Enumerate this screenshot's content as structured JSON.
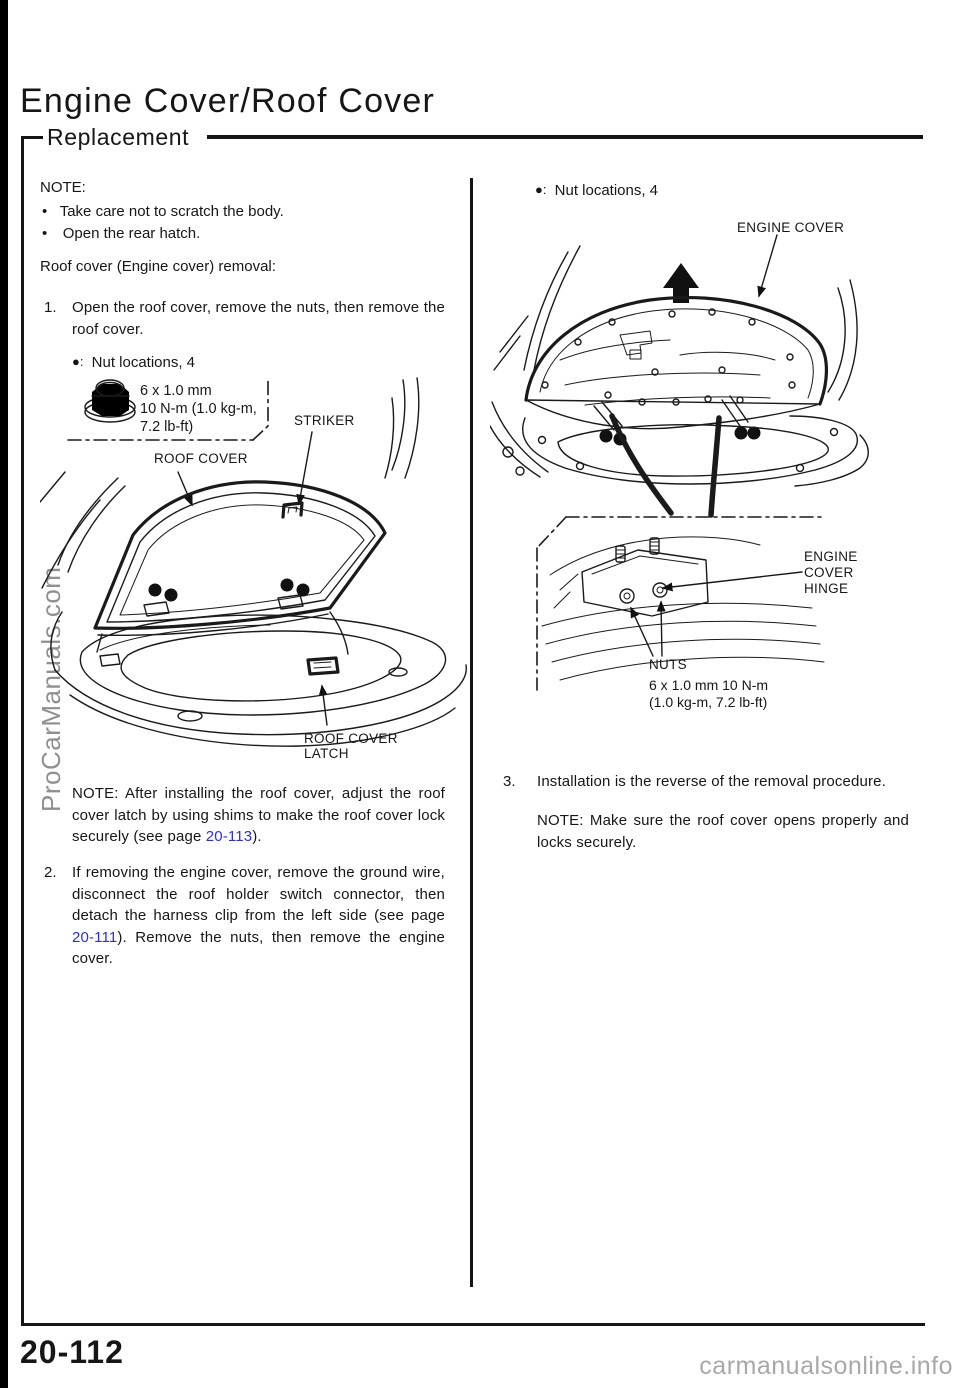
{
  "page": {
    "title": "Engine Cover/Roof Cover",
    "section_title": "Replacement",
    "page_number": "20-112",
    "watermark_side": "ProCarManuals.com",
    "watermark_bottom": "carmanualsonline.info"
  },
  "left": {
    "note_heading": "NOTE:",
    "bullet_char": "•",
    "note_items": [
      {
        "text": "Take care not to scratch the body."
      },
      {
        "text": "Open the rear hatch."
      }
    ],
    "removal_heading": "Roof cover (Engine cover) removal:",
    "step1_num": "1.",
    "step1_text": "Open the roof cover, remove the nuts, then remove the roof cover.",
    "nut_marker": "●:",
    "nut_label": "Nut locations, 4",
    "nut_spec_line1": "6 x 1.0 mm",
    "nut_spec_line2": "10 N-m (1.0 kg-m,",
    "nut_spec_line3": "7.2 lb-ft)",
    "label_striker": "STRIKER",
    "label_roof_cover": "ROOF COVER",
    "label_latch_line1": "ROOF COVER",
    "label_latch_line2": "LATCH",
    "note_install_before": "NOTE: After installing the roof cover, adjust the roof cover latch by using shims to make the roof cover lock securely (see page ",
    "note_install_link": "20-113",
    "note_install_after": ").",
    "step2_num": "2.",
    "step2_before": "If removing the engine cover, remove the ground wire, disconnect the roof holder switch connector, then detach the harness clip from the left side (see page ",
    "step2_link": "20-111",
    "step2_after": "). Remove the nuts, then remove the engine cover."
  },
  "right": {
    "nut_marker": "●:",
    "nut_label": "Nut locations, 4",
    "label_engine_cover": "ENGINE COVER",
    "label_hinge_line1": "ENGINE",
    "label_hinge_line2": "COVER",
    "label_hinge_line3": "HINGE",
    "label_nuts": "NUTS",
    "nuts_spec_line1": "6 x 1.0 mm  10 N-m",
    "nuts_spec_line2": "(1.0 kg-m, 7.2 lb-ft)",
    "step3_num": "3.",
    "step3_text": "Installation is the reverse of the removal procedure.",
    "note_text": "NOTE: Make sure the roof cover opens properly and locks securely."
  }
}
